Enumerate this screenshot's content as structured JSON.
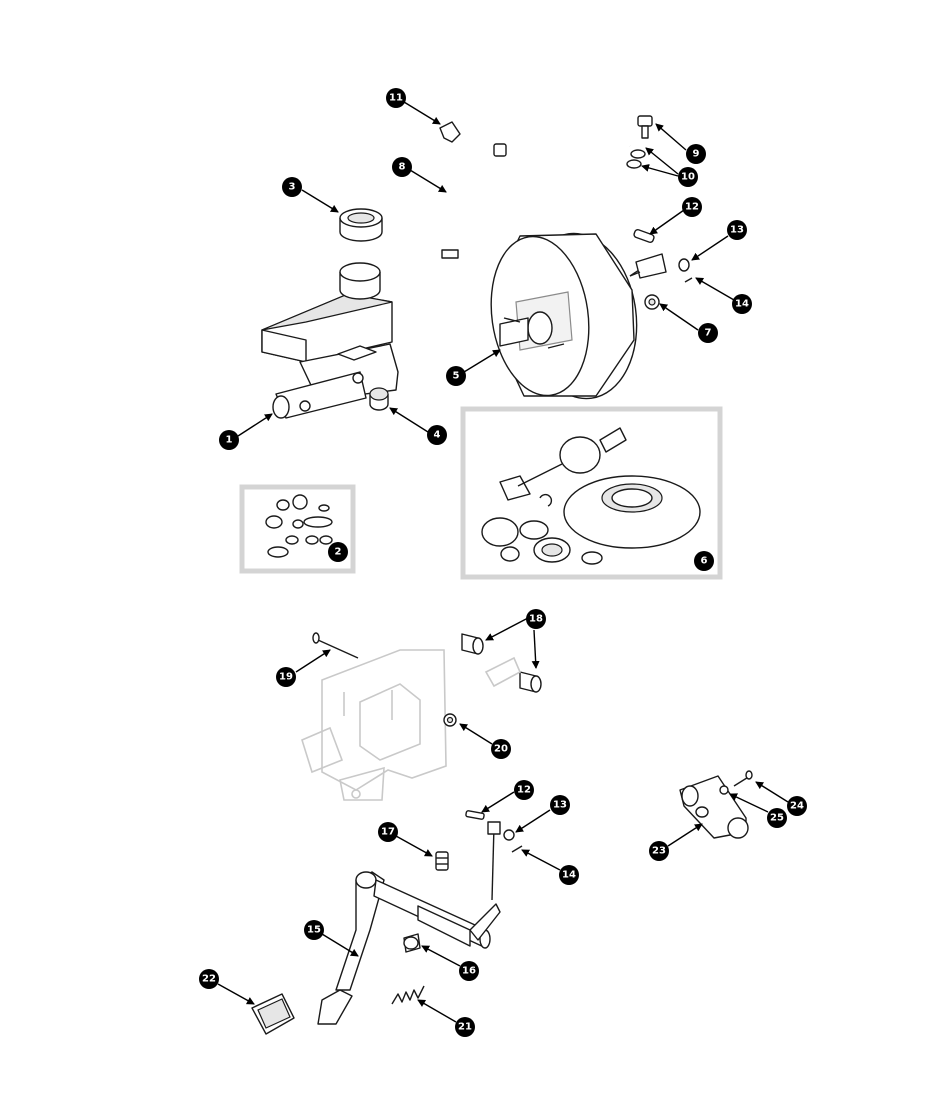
{
  "callout_color": "#000000",
  "ghost_color": "#c9c9c9",
  "inset_border_color": "#d4d4d4",
  "callouts": [
    {
      "key": "c1",
      "label": "1"
    },
    {
      "key": "c2",
      "label": "2"
    },
    {
      "key": "c3",
      "label": "3"
    },
    {
      "key": "c4",
      "label": "4"
    },
    {
      "key": "c5",
      "label": "5"
    },
    {
      "key": "c6",
      "label": "6"
    },
    {
      "key": "c7",
      "label": "7"
    },
    {
      "key": "c8",
      "label": "8"
    },
    {
      "key": "c9",
      "label": "9"
    },
    {
      "key": "c10",
      "label": "10"
    },
    {
      "key": "c11",
      "label": "11"
    },
    {
      "key": "c12a",
      "label": "12"
    },
    {
      "key": "c13a",
      "label": "13"
    },
    {
      "key": "c14a",
      "label": "14"
    },
    {
      "key": "c12b",
      "label": "12"
    },
    {
      "key": "c13b",
      "label": "13"
    },
    {
      "key": "c14b",
      "label": "14"
    },
    {
      "key": "c15",
      "label": "15"
    },
    {
      "key": "c16",
      "label": "16"
    },
    {
      "key": "c17",
      "label": "17"
    },
    {
      "key": "c18",
      "label": "18"
    },
    {
      "key": "c19",
      "label": "19"
    },
    {
      "key": "c20",
      "label": "20"
    },
    {
      "key": "c21",
      "label": "21"
    },
    {
      "key": "c22",
      "label": "22"
    },
    {
      "key": "c23",
      "label": "23"
    },
    {
      "key": "c24",
      "label": "24"
    },
    {
      "key": "c25",
      "label": "25"
    }
  ]
}
